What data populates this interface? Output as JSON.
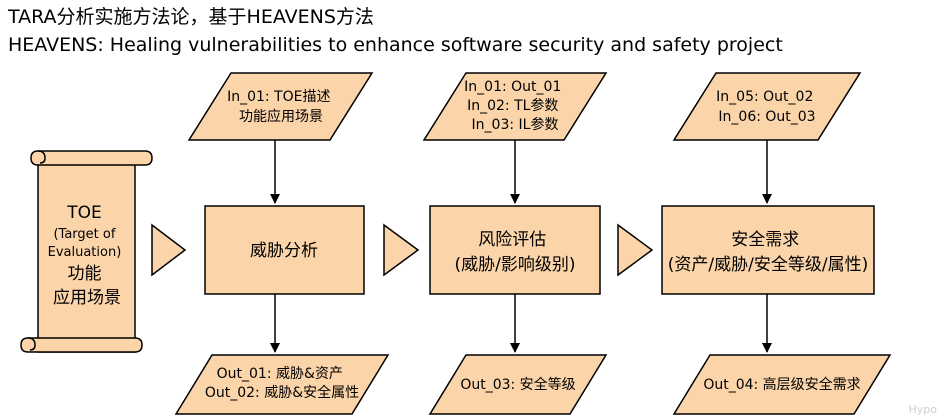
{
  "header": {
    "title": "TARA分析实施方法论，基于HEAVENS方法",
    "subtitle": "HEAVENS: Healing vulnerabilities to enhance software security and safety project"
  },
  "colors": {
    "fill": "#FBD5A9",
    "stroke": "#000000"
  },
  "toe": {
    "lines": [
      "TOE",
      "(Target of",
      "Evaluation)",
      "功能",
      "应用场景"
    ]
  },
  "inputs": [
    {
      "lines": [
        "In_01: TOE描述",
        "功能应用场景"
      ]
    },
    {
      "lines": [
        "In_01: Out_01",
        "In_02: TL参数",
        "In_03: IL参数"
      ]
    },
    {
      "lines": [
        "In_05: Out_02",
        "In_06: Out_03"
      ]
    }
  ],
  "processes": [
    {
      "lines": [
        "威胁分析"
      ]
    },
    {
      "lines": [
        "风险评估",
        "(威胁/影响级别)"
      ]
    },
    {
      "lines": [
        "安全需求",
        "(资产/威胁/安全等级/属性)"
      ]
    }
  ],
  "outputs": [
    {
      "lines": [
        "Out_01: 威胁&资产",
        "Out_02: 威胁&安全属性"
      ]
    },
    {
      "lines": [
        "Out_03: 安全等级"
      ]
    },
    {
      "lines": [
        "Out_04: 高层级安全需求"
      ]
    }
  ],
  "watermark": "Hypo"
}
